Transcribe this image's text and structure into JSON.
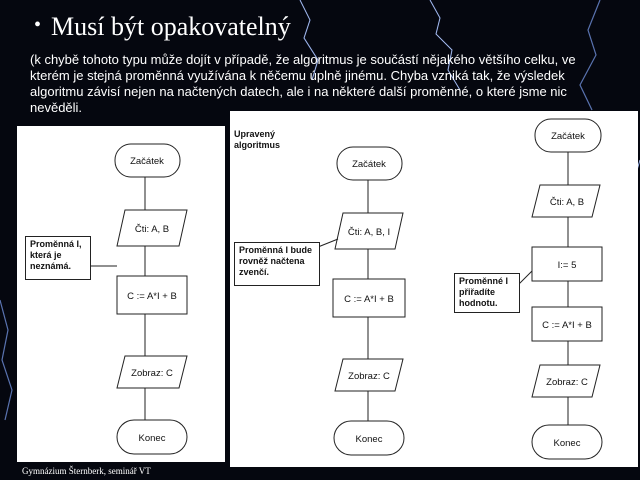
{
  "slide": {
    "bullet": "•",
    "title": "Musí být opakovatelný",
    "paragraph": "(k chybě tohoto typu může dojít v případě, že algoritmus je součástí nějakého většího celku, ve kterém je stejná proměnná využívána k něčemu úplně jinému. Chyba vzniká tak, že výsledek algoritmu závisí nejen na načtených datech, ale i na některé další proměnné, o které jsme nic nevěděli.",
    "footer": "Gymnázium Šternberk, seminář VT"
  },
  "flowchart1": {
    "start": "Začátek",
    "read": "Čti: A, B",
    "assign": "C := A*I + B",
    "show": "Zobraz: C",
    "end": "Konec",
    "note": "Proměnná I, která je neznámá."
  },
  "flowchart2": {
    "caption": "Upravený algoritmus",
    "start": "Začátek",
    "read": "Čti: A, B, I",
    "assign": "C := A*I + B",
    "show": "Zobraz: C",
    "end": "Konec",
    "note": "Proměnná I bude rovněž načtena zvenčí."
  },
  "flowchart3": {
    "start": "Začátek",
    "read": "Čti: A, B",
    "init": "I:= 5",
    "assign": "C := A*I + B",
    "show": "Zobraz: C",
    "end": "Konec",
    "note": "Proměnné I přiřadíte hodnotu."
  }
}
